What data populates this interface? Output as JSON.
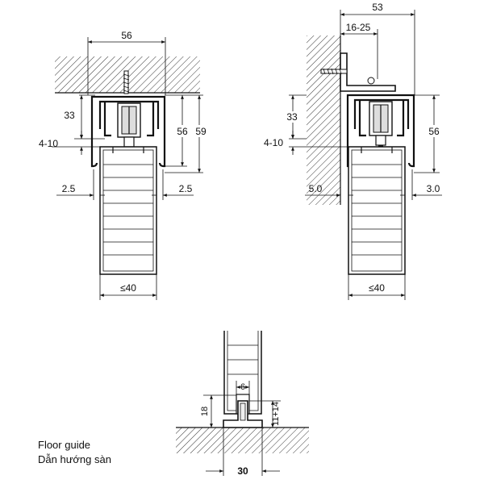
{
  "left_view": {
    "top_width": "56",
    "rail_height": "33",
    "gap": "4-10",
    "height_a": "56",
    "height_b": "59",
    "side_left": "2.5",
    "side_right": "2.5",
    "door_width": "≤40"
  },
  "right_view": {
    "top_width": "53",
    "bracket_range": "16-25",
    "rail_height": "33",
    "gap": "4-10",
    "height": "56",
    "side_left": "5.0",
    "side_right": "3.0",
    "door_width": "≤40"
  },
  "floor_guide": {
    "slot_width": "6",
    "height_total": "18",
    "height_range": "11+14",
    "base_width": "30",
    "caption_en": "Floor guide",
    "caption_vi": "Dẫn hướng sàn"
  }
}
